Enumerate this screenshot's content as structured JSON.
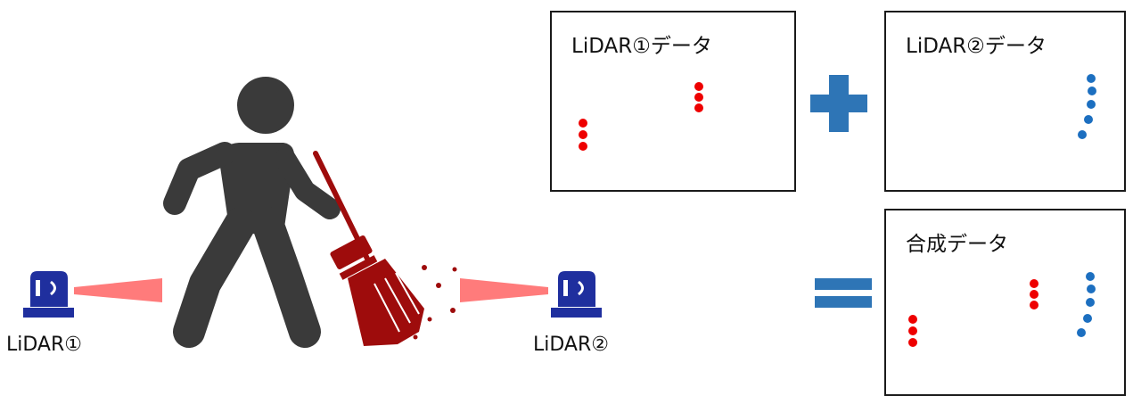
{
  "labels": {
    "lidar1": "LiDAR①",
    "lidar2": "LiDAR②"
  },
  "panels": {
    "lidar1_data": {
      "title": "LiDAR①データ"
    },
    "lidar2_data": {
      "title": "LiDAR②データ"
    },
    "merged_data": {
      "title": "合成データ"
    }
  },
  "colors": {
    "lidar1_points": "#ee0000",
    "lidar2_points": "#1c6fc0",
    "operator": "#2e75b6",
    "beacon": "#1f2f9e",
    "laser": "#ff7b7b",
    "person": "#3a3a3a",
    "broom": "#9e0c0c"
  },
  "icons": {
    "person": "person-sweeping-icon",
    "broom": "broom-icon",
    "beacon": "lidar-beacon-icon",
    "plus": "plus-icon",
    "equals": "equals-icon"
  }
}
